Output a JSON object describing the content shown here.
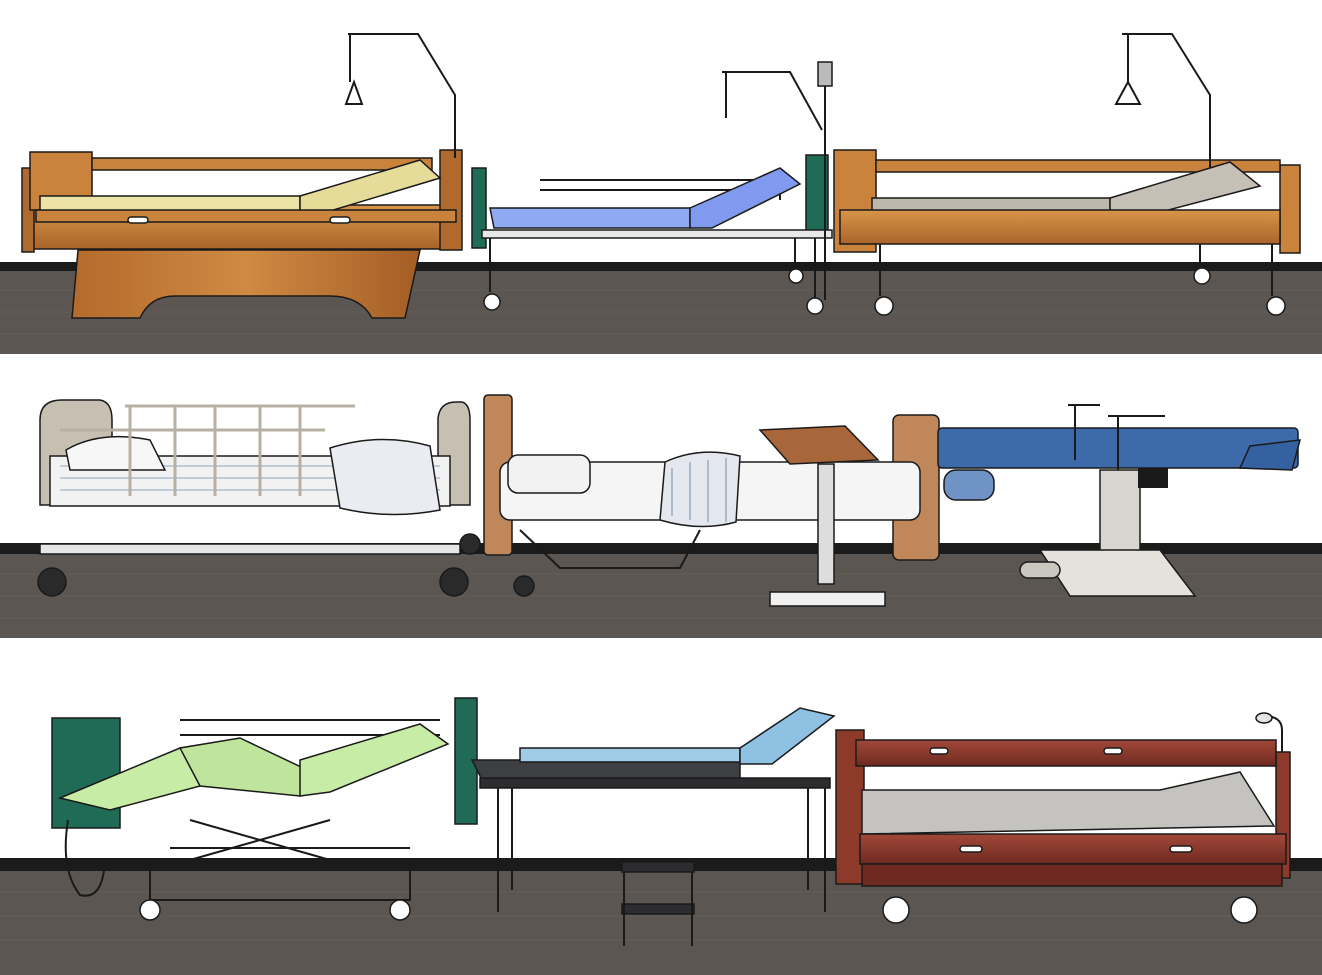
{
  "scene": {
    "description_items": [
      "wooden-pedestal-bed",
      "blue-manual-bed-with-iv-pole",
      "wooden-bed-with-trapeze",
      "white-bed-with-side-rails",
      "beige-bed-with-overbed-table",
      "blue-surgical-table",
      "green-electric-bed",
      "black-exam-table-with-step",
      "mahogany-bed-with-lamp"
    ],
    "colors": {
      "floor": "#5b5651",
      "floor_edge": "#1b1b1b",
      "wood_light": "#c9833c",
      "wood_dark": "#9a5a24",
      "mattress_yellow": "#ece3a6",
      "mattress_blue": "#8fa9f2",
      "mattress_grey": "#bdb7ac",
      "linen_white": "#f2f2f2",
      "surgical_blue": "#3d6aa8",
      "mattress_green": "#c7eca6",
      "exam_blue": "#9fcde8",
      "mahogany": "#8e3a2b",
      "panel_green": "#1f6b56"
    }
  }
}
